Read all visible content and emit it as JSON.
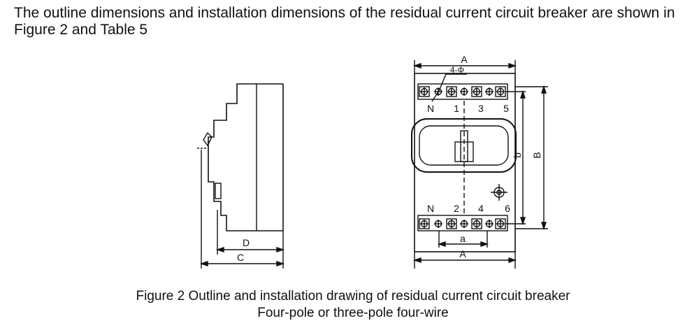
{
  "heading": "The outline dimensions and installation dimensions of the residual current circuit breaker are shown in Figure 2 and Table 5",
  "side_view": {
    "dim_d": "D",
    "dim_c": "C"
  },
  "front_view": {
    "dim_a_top": "A",
    "hole_note": "4-Φ",
    "top_terminals": [
      "N",
      "1",
      "3",
      "5"
    ],
    "bottom_terminals": [
      "N",
      "2",
      "4",
      "6"
    ],
    "dim_b_inner": "b",
    "dim_b_outer": "B",
    "dim_a_small": "a",
    "dim_a_bottom": "A"
  },
  "caption": {
    "line1": "Figure 2 Outline and installation drawing of residual current circuit breaker",
    "line2": "Four-pole or three-pole four-wire"
  }
}
